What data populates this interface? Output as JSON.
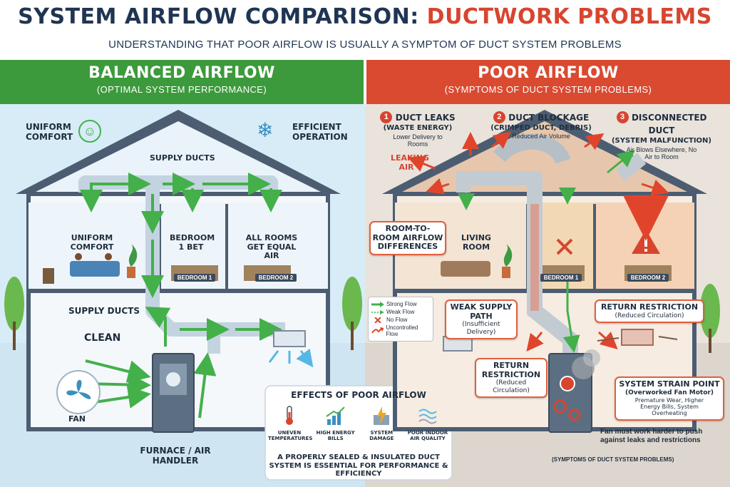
{
  "header": {
    "title_main": "SYSTEM AIRFLOW COMPARISON:",
    "title_accent": "DUCTWORK PROBLEMS",
    "subtitle": "UNDERSTANDING THAT POOR AIRFLOW IS USUALLY A SYMPTOM OF DUCT SYSTEM PROBLEMS"
  },
  "left": {
    "heading": "BALANCED AIRFLOW",
    "subheading": "(OPTIMAL SYSTEM PERFORMANCE)",
    "uniform_comfort": "UNIFORM COMFORT",
    "efficient_operation": "EFFICIENT OPERATION",
    "supply_ducts_top": "SUPPLY DUCTS",
    "supply_ducts_mid": "SUPPLY DUCTS",
    "room_uniform_comfort": "UNIFORM COMFORT",
    "room_bedroom1": "BEDROOM 1 BET",
    "room_all_rooms": "ALL ROOMS GET EQUAL AIR",
    "plate_bedroom1": "BEDROOM 1",
    "plate_bedroom2": "BEDROOM 2",
    "clean": "CLEAN",
    "fan": "FAN",
    "furnace": "FURNACE / AIR HANDLER"
  },
  "right": {
    "heading": "POOR AIRFLOW",
    "subheading": "(SYMPTOMS OF DUCT SYSTEM PROBLEMS)",
    "problems": [
      {
        "num": "1",
        "title": "DUCT LEAKS",
        "sub": "(WASTE ENERGY)",
        "desc": "Lower Delivery to Rooms"
      },
      {
        "num": "2",
        "title": "DUCT BLOCKAGE",
        "sub": "(CRIMPED DUCT, DEBRIS)",
        "desc": "Reduced Air Volume"
      },
      {
        "num": "3",
        "title": "DISCONNECTED DUCT",
        "sub": "(SYSTEM MALFUNCTION)",
        "desc": "Air Blows Elsewhere, No Air to Room"
      }
    ],
    "leaking_air": "LEAKING AIR",
    "room_to_room": "ROOM-TO-ROOM AIRFLOW DIFFERENCES",
    "living_room": "LIVING ROOM",
    "plate_bedroom1": "BEDROOM 1",
    "plate_bedroom2": "BEDROOM 2",
    "legend": {
      "strong": "Strong Flow",
      "weak": "Weak Flow",
      "none": "No Flow",
      "uncontrolled": "Uncontrolled Flow"
    },
    "weak_supply": {
      "title": "WEAK SUPPLY PATH",
      "sub": "(Insufficient Delivery)"
    },
    "return_restriction_top": {
      "title": "RETURN RESTRICTION",
      "sub": "(Reduced Circulation)"
    },
    "return_restriction_left": {
      "title": "RETURN RESTRICTION",
      "sub": "(Reduced Circulation)"
    },
    "strain": {
      "title": "SYSTEM STRAIN POINT",
      "sub": "(Overworked Fan Motor)",
      "desc": "Premature Wear, Higher Energy Bills, System Overheating"
    },
    "fan_note": "Fan must work harder to push against leaks and restrictions",
    "footer_note": "(SYMPTOMS OF DUCT SYSTEM PROBLEMS)"
  },
  "effects": {
    "title": "EFFECTS OF POOR AIRFLOW",
    "items": [
      {
        "label": "UNEVEN TEMPERATURES",
        "icon": "thermometer-icon"
      },
      {
        "label": "HIGH ENERGY BILLS",
        "icon": "rising-chart-icon"
      },
      {
        "label": "SYSTEM DAMAGE",
        "icon": "lightning-icon"
      },
      {
        "label": "POOR INDOOR AIR QUALITY",
        "icon": "air-waves-icon"
      }
    ],
    "conclusion": "A PROPERLY SEALED & INSULATED DUCT SYSTEM IS ESSENTIAL FOR PERFORMANCE & EFFICIENCY"
  },
  "colors": {
    "green_header": "#3c9a3c",
    "red_header": "#d94a31",
    "title_navy": "#1f3552",
    "accent_red": "#d7452f",
    "green_arrow": "#43b04a",
    "duct_blue": "#c3d3e0"
  }
}
